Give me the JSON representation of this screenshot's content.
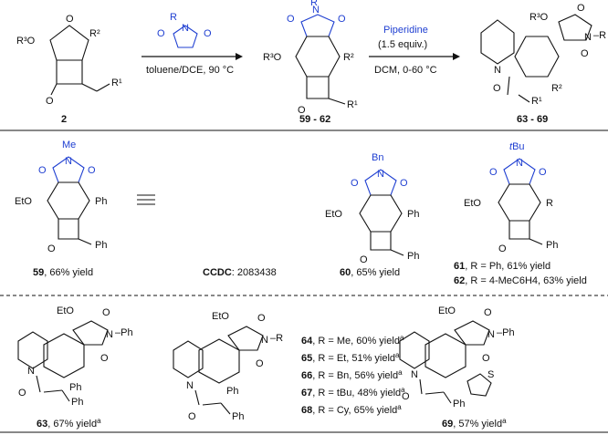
{
  "scheme": {
    "reagent_1": "toluene/DCE, 90 °C",
    "reagent_2_name": "Piperidine",
    "reagent_2_equiv": "(1.5 equiv.)",
    "reagent_2_cond": "DCM, 0-60 °C",
    "start_label": "2",
    "inter_label": "59 - 62",
    "product_label": "63 - 69"
  },
  "row2": {
    "c59": "59",
    "c59_yield": ", 66% yield",
    "ccdc_prefix": "CCDC",
    "ccdc_num": ": 2083438",
    "c60": "60",
    "c60_yield": ", 65% yield",
    "c61": "61",
    "c61_text": ", R = Ph, 61% yield",
    "c62": "62",
    "c62_text": ", R = 4-MeC6H4, 63% yield"
  },
  "row3": {
    "c63": "63",
    "c63_yield": ", 67% yield",
    "c69": "69",
    "c69_yield": ", 57% yield",
    "list": [
      {
        "num": "64",
        "text": ", R = Me, 60% yield"
      },
      {
        "num": "65",
        "text": ", R = Et, 51% yield"
      },
      {
        "num": "66",
        "text": ", R = Bn, 56% yield"
      },
      {
        "num": "67",
        "text": ", R = tBu, 48% yield"
      },
      {
        "num": "68",
        "text": ", R = Cy, 65% yield"
      }
    ],
    "footnote_mark": "a"
  }
}
